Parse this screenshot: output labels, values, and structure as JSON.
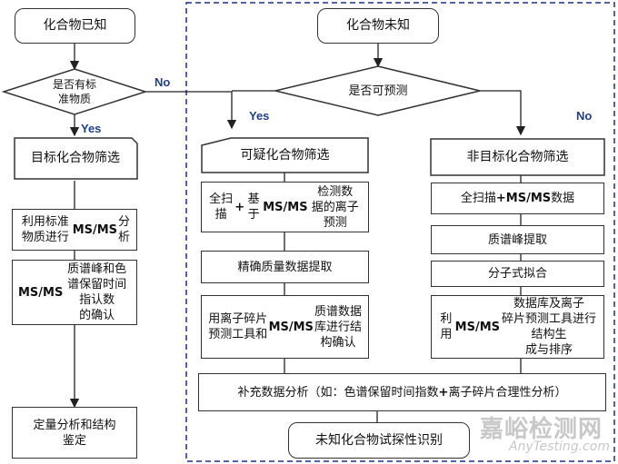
{
  "known": {
    "title": "化合物已知",
    "decision": "是否有标\n准物质",
    "no": "No",
    "yes": "Yes",
    "target_screen": "目标化合物筛选",
    "step1": "利用标准物质进行\nMS/MS分析",
    "step2": "MS/MS质谱峰和色\n谱保留时间指认数\n的确认",
    "step3": "定量分析和结构\n鉴定"
  },
  "unknown": {
    "title": "化合物未知",
    "decision": "是否可预测",
    "yes": "Yes",
    "no": "No",
    "suspect": {
      "title": "可疑化合物筛选",
      "step1": "全扫描+基于MS/MS检测数\n据的离子预测",
      "step2": "精确质量数据提取",
      "step3": "用离子碎片预测工具和\nMS/MS质谱数据库进行结\n构确认"
    },
    "nontarget": {
      "title": "非目标化合物筛选",
      "step1": "全扫描+MS/MS数据",
      "step2": "质谱峰提取",
      "step3": "分子式拟合",
      "step4": "利用MS/MS数据库及离子\n碎片预测工具进行结构生\n成与排序"
    },
    "supplement": "补充数据分析（如：色谱保留时间指数+离子碎片合理性分析）",
    "final": "未知化合物试探性识别"
  },
  "watermark": {
    "cn": "嘉峪检测网",
    "en": "AnyTesting.com"
  },
  "colors": {
    "dashed_border": "#1f2f8a",
    "label_blue": "#1f3f8f",
    "line": "#222222"
  }
}
